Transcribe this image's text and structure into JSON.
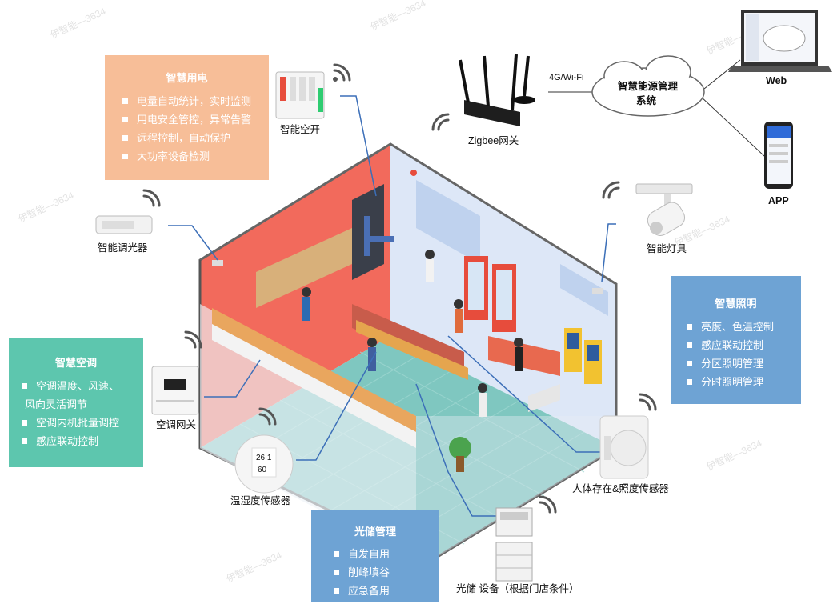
{
  "panels": {
    "power": {
      "title": "智慧用电",
      "items": [
        "电量自动统计，实时监测",
        "用电安全管控，异常告警",
        "远程控制，自动保护",
        "大功率设备检测"
      ],
      "color": "#F7BE98"
    },
    "aircon": {
      "title": "智慧空调",
      "items": [
        "空调温度、风速、",
        "风向灵活调节",
        "空调内机批量调控",
        "感应联动控制"
      ],
      "color": "#5DC6AE"
    },
    "lighting": {
      "title": "智慧照明",
      "items": [
        "亮度、色温控制",
        "感应联动控制",
        "分区照明管理",
        "分时照明管理"
      ],
      "color": "#6EA3D4"
    },
    "storage": {
      "title": "光储管理",
      "items": [
        "自发自用",
        "削峰填谷",
        "应急备用"
      ],
      "color": "#6EA3D4"
    }
  },
  "devices": {
    "breaker": "智能空开",
    "dimmer": "智能调光器",
    "gateway": "Zigbee网关",
    "link": "4G/Wi-Fi",
    "cloud": "智慧能源管理系统",
    "cloud_line1": "智慧能源管理",
    "cloud_line2": "系统",
    "web": "Web",
    "app": "APP",
    "lamp": "智能灯具",
    "ac_gateway": "空调网关",
    "th_sensor": "温湿度传感器",
    "presence_sensor": "人体存在&照度传感器",
    "pv_storage": "光储 设备（根据门店条件）",
    "th_display_temp": "26.1",
    "th_display_hum": "60"
  },
  "colors": {
    "line": "#3C6FB8",
    "wall_left": "#F26A5C",
    "wall_back": "#DDE7F7",
    "floor": "#7FC7C0"
  }
}
